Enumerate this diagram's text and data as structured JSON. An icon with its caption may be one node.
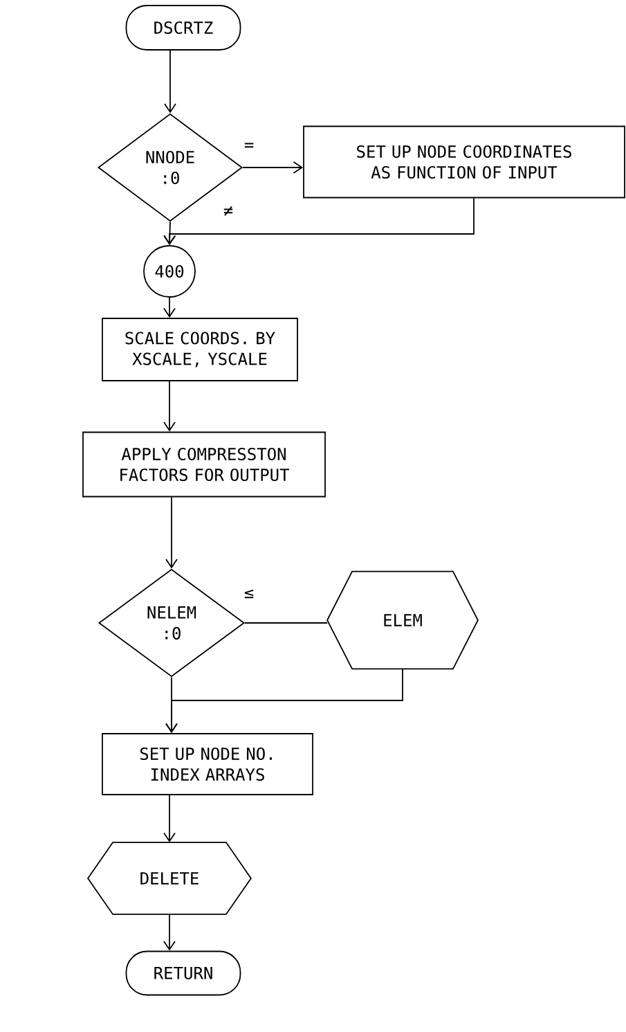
{
  "diagram": {
    "nodes": [
      {
        "text": [
          "DSCRTZ"
        ]
      },
      {
        "text": [
          "NNODE :0"
        ]
      },
      {
        "text": [
          "SET UP NODE COORDINATES AS FUNCTION OF INPUT"
        ]
      },
      {
        "text": [
          "400"
        ]
      },
      {
        "text": [
          "SCALE COORDS. BY XSCALE, YSCALE"
        ]
      },
      {
        "text": [
          "APPLY COMPRESSTON FACTORS FOR OUTPUT"
        ]
      },
      {
        "text": [
          "NELEM :0"
        ]
      },
      {
        "text": [
          "ELEM"
        ]
      },
      {
        "text": [
          "SET UP NODE NO. INDEX ARRAYS"
        ]
      },
      {
        "text": [
          "DELETE"
        ]
      },
      {
        "text": [
          "RETURN"
        ]
      }
    ],
    "edges": [
      {
        "from": 0,
        "to": 1,
        "arrow": "to"
      },
      {
        "from": 1,
        "to": 2,
        "arrow": "to",
        "label": "="
      },
      {
        "from": 1,
        "to": 3,
        "arrow": "to",
        "label": "≠"
      },
      {
        "from": 2,
        "to": 3,
        "arrow": "to"
      },
      {
        "from": 3,
        "to": 4,
        "arrow": "to"
      },
      {
        "from": 4,
        "to": 5,
        "arrow": "to"
      },
      {
        "from": 5,
        "to": 6,
        "arrow": "to"
      },
      {
        "from": 6,
        "to": 7,
        "arrow": "none",
        "label": "≤"
      },
      {
        "from": 7,
        "to": 8,
        "arrow": "to"
      },
      {
        "from": 6,
        "to": 8,
        "arrow": "to"
      },
      {
        "from": 8,
        "to": 9,
        "arrow": "to"
      },
      {
        "from": 9,
        "to": 10,
        "arrow": "to"
      }
    ]
  }
}
